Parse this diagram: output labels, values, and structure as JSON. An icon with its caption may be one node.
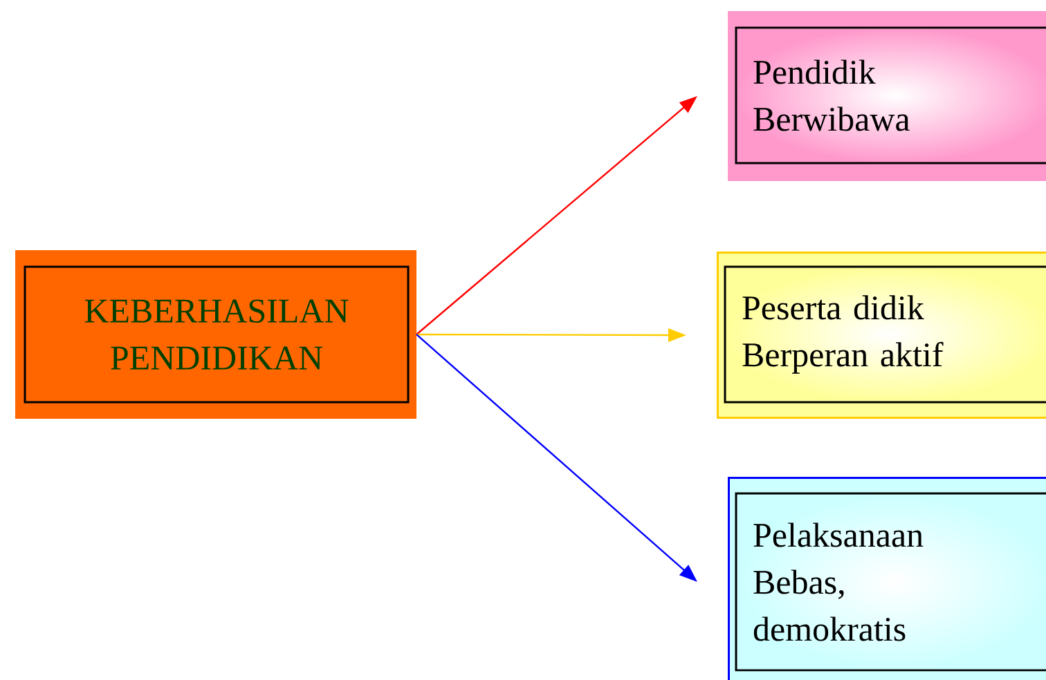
{
  "diagram": {
    "nodes": [
      {
        "text": [
          "KEBERHASILAN PENDIDIKAN"
        ]
      },
      {
        "text": [
          "Pendidik Berwibawa"
        ]
      },
      {
        "text": [
          "Peserta didik Berperan aktif"
        ]
      },
      {
        "text": [
          "Pelaksanaan Bebas, demokratis"
        ]
      }
    ],
    "edges": [
      {
        "from": 0,
        "to": 1,
        "arrow": "to",
        "color": "#ff0000"
      },
      {
        "from": 0,
        "to": 2,
        "arrow": "to",
        "color": "#ffcc00"
      },
      {
        "from": 0,
        "to": 3,
        "arrow": "to",
        "color": "#0000ff"
      }
    ]
  }
}
